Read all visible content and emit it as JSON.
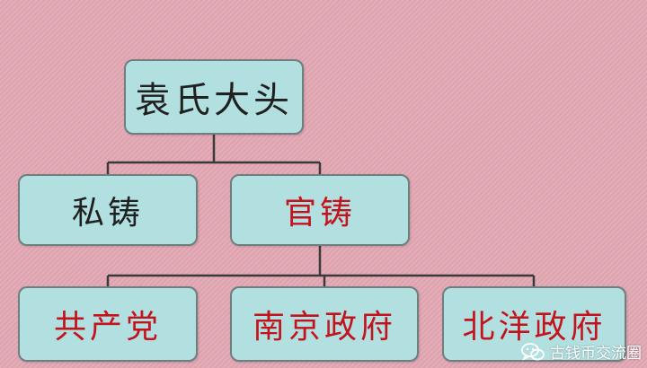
{
  "diagram": {
    "root": {
      "label": "袁氏大头"
    },
    "level2": [
      {
        "label": "私铸"
      },
      {
        "label": "官铸"
      }
    ],
    "level3": [
      {
        "label": "共产党"
      },
      {
        "label": "南京政府"
      },
      {
        "label": "北洋政府"
      }
    ]
  },
  "watermark": {
    "text": "古钱币交流圈",
    "icon": "chat-bubbles-icon"
  },
  "colors": {
    "background": "#e3a8b4",
    "node_fill": "#b2e0e0",
    "node_border": "#6f7f80",
    "connector": "#3a3a3a",
    "black_text": "#202020",
    "red_text": "#c3141e"
  }
}
